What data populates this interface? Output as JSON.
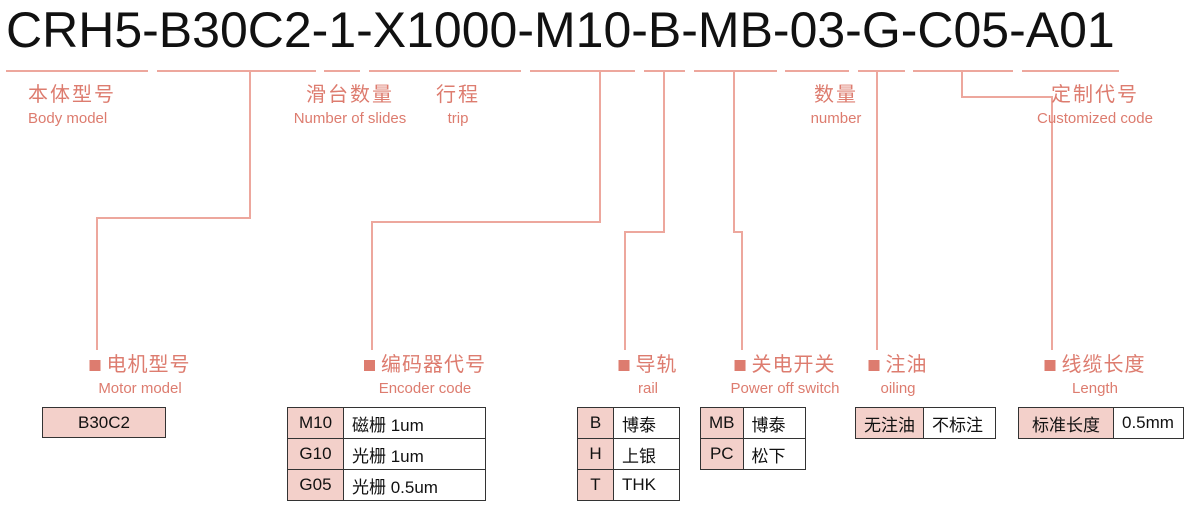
{
  "diagram_title": {
    "code": "CRH5-B30C2-1-X1000-M10-B-MB-03-G-C05-A01"
  },
  "colors": {
    "accent": "#dd7c6f",
    "connector": "#eda79d",
    "cell_pink": "#f3d0ca",
    "ink": "#111111",
    "border": "#333333"
  },
  "top_labels": [
    {
      "zh": "本体型号",
      "en": "Body model"
    },
    {
      "zh": "滑台数量",
      "en": "Number of slides"
    },
    {
      "zh": "行程",
      "en": "trip"
    },
    {
      "zh": "数量",
      "en": "number"
    },
    {
      "zh": "定制代号",
      "en": "Customized code"
    }
  ],
  "sections": [
    {
      "zh": "电机型号",
      "en": "Motor model",
      "table": [
        [
          "B30C2"
        ]
      ]
    },
    {
      "zh": "编码器代号",
      "en": "Encoder code",
      "table": [
        [
          "M10",
          "磁栅 1um"
        ],
        [
          "G10",
          "光栅 1um"
        ],
        [
          "G05",
          "光栅 0.5um"
        ]
      ]
    },
    {
      "zh": "导轨",
      "en": "rail",
      "table": [
        [
          "B",
          "博泰"
        ],
        [
          "H",
          "上银"
        ],
        [
          "T",
          "THK"
        ]
      ]
    },
    {
      "zh": "关电开关",
      "en": "Power off switch",
      "table": [
        [
          "MB",
          "博泰"
        ],
        [
          "PC",
          "松下"
        ]
      ]
    },
    {
      "zh": "注油",
      "en": "oiling",
      "table": [
        [
          "无注油",
          "不标注"
        ]
      ]
    },
    {
      "zh": "线缆长度",
      "en": "Length",
      "table": [
        [
          "标准长度",
          "0.5mm"
        ]
      ]
    }
  ]
}
